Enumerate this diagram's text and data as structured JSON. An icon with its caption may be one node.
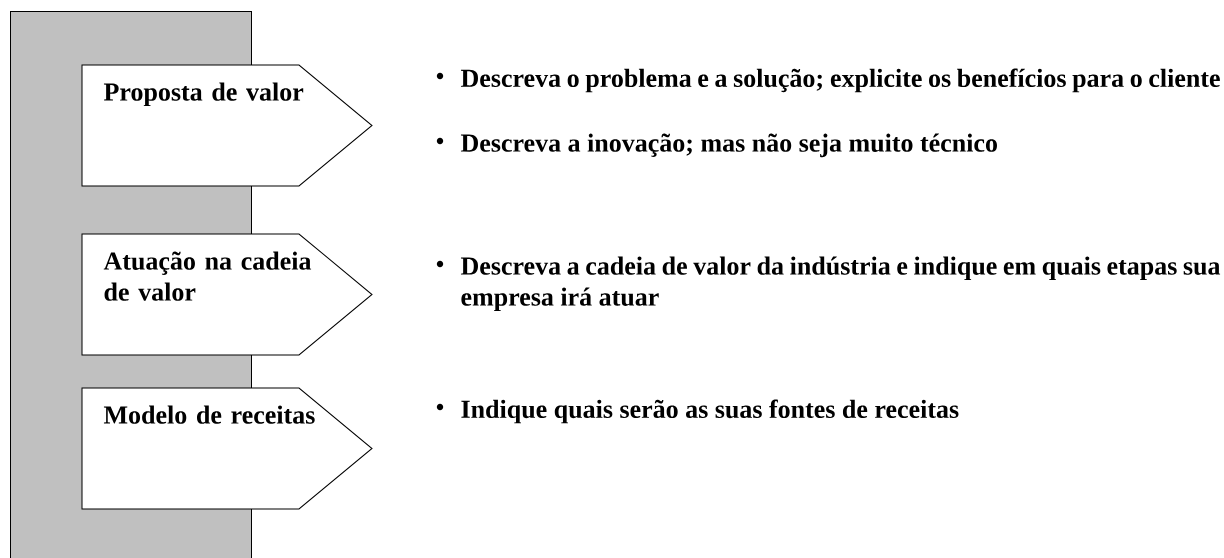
{
  "diagram": {
    "nodes": [
      {
        "text": [],
        "shape": "bar"
      },
      {
        "text": [
          "Proposta de valor"
        ]
      },
      {
        "text": [
          "Atuação na cadeia de valor"
        ]
      },
      {
        "text": [
          "Modelo de receitas"
        ]
      }
    ],
    "labels": [
      "Descreva o problema e a solução; explicite os benefícios para o cliente",
      "Descreva a inovação; mas não seja muito técnico",
      "Descreva a cadeia de valor da indústria e indique em quais etapas sua empresa irá atuar",
      "Indique quais serão as suas fontes de receitas"
    ]
  }
}
